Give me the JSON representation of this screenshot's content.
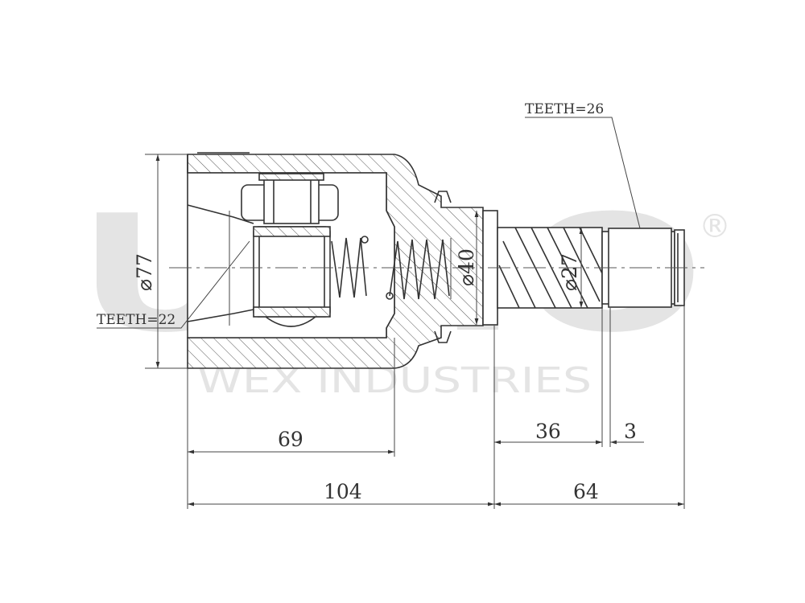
{
  "watermark": {
    "brand": "UNIO",
    "registered_mark": "®",
    "subtitle": "WEX INDUSTRIES"
  },
  "annotations": {
    "teeth_outer": "TEETH=26",
    "teeth_inner": "TEETH=22"
  },
  "diameters": {
    "housing": "77",
    "shaft_collar": "40",
    "spline": "27",
    "symbol": "⌀"
  },
  "dimensions": {
    "housing_depth": "69",
    "housing_total": "104",
    "spline_length": "36",
    "groove": "3",
    "shaft_total": "64"
  },
  "colors": {
    "line": "#333333",
    "watermark": "#e4e4e4"
  }
}
